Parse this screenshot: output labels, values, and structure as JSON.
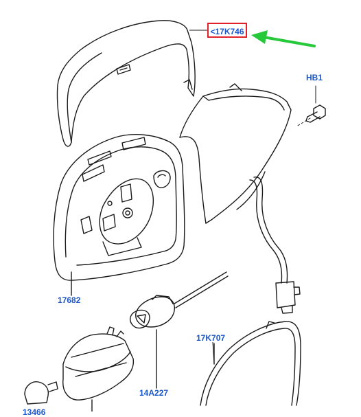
{
  "parts": {
    "mirror_cover": {
      "part_number": "<17K746",
      "highlighted": true
    },
    "bolt": {
      "part_number": "HB1"
    },
    "mirror_housing": {
      "part_number": "17682"
    },
    "mirror_glass": {
      "part_number": "17K707"
    },
    "bulb_socket": {
      "part_number": "14A227"
    },
    "bulb": {
      "part_number": "13466"
    }
  },
  "colors": {
    "label_text": "#1a56c9",
    "highlight_box": "#e0202a",
    "pointer_arrow": "#26c93a",
    "line_art": "#1a1a1a"
  }
}
